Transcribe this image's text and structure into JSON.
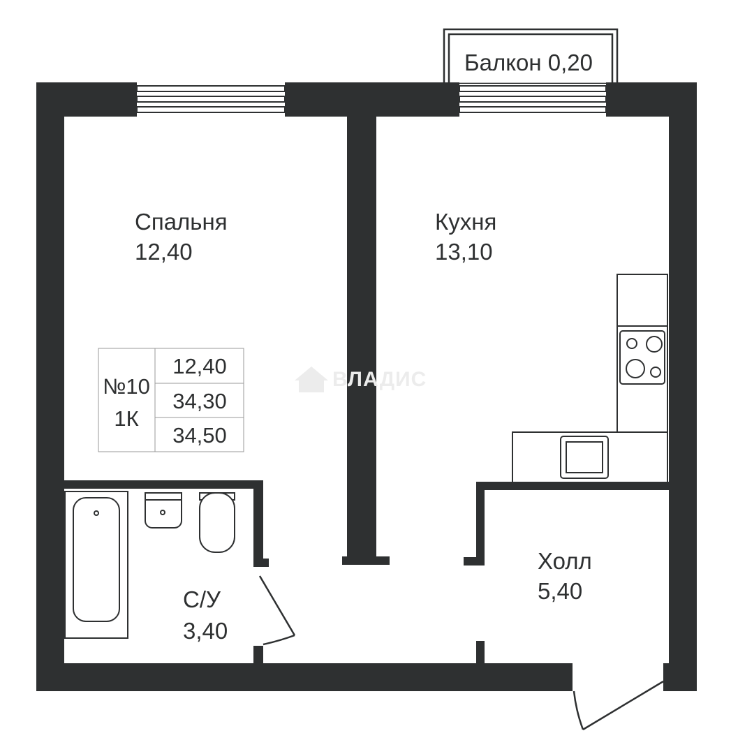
{
  "balcony": {
    "label": "Балкон 0,20"
  },
  "rooms": {
    "bedroom": {
      "name": "Спальня",
      "area": "12,40"
    },
    "kitchen": {
      "name": "Кухня",
      "area": "13,10"
    },
    "hall": {
      "name": "Холл",
      "area": "5,40"
    },
    "bathroom": {
      "name": "С/У",
      "area": "3,40"
    }
  },
  "apartment_info": {
    "number": "№10",
    "type": "1К",
    "living_area": "12,40",
    "total_area": "34,30",
    "total_with_balcony": "34,50"
  },
  "watermark": {
    "text": "ВЛАДИС"
  },
  "colors": {
    "wall": "#2e3031",
    "background": "#ffffff",
    "watermark": "#ececec"
  }
}
